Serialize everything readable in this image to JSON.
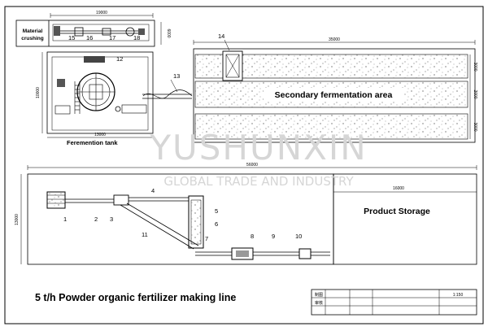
{
  "watermark": {
    "brand": "YUSHUNXIN",
    "tagline": "GLOBAL TRADE AND INDUSTRY"
  },
  "labels": {
    "material_crushing_line1": "Material",
    "material_crushing_line2": "crushing",
    "fermentation_tank": "Feremention tank",
    "secondary_fermentation": "Secondary fermentation area",
    "product_storage": "Product Storage",
    "line_title": "5 t/h Powder organic fertilizer making line"
  },
  "dimensions": {
    "crushing_width": "19000",
    "crushing_height": "6000",
    "tank_width": "13000",
    "tank_height": "10000",
    "secondary_width": "35000",
    "secondary_row1": "3000",
    "secondary_row2": "2000",
    "secondary_row3": "3000",
    "plant_width": "56000",
    "plant_height": "13000",
    "storage_width": "16000"
  },
  "part_numbers": [
    "1",
    "2",
    "3",
    "4",
    "5",
    "6",
    "7",
    "8",
    "9",
    "10",
    "11",
    "12",
    "13",
    "14",
    "15",
    "16",
    "17",
    "18"
  ],
  "title_block": {
    "row1_label": "制图",
    "row2_label": "审核",
    "scale": "1:150"
  }
}
